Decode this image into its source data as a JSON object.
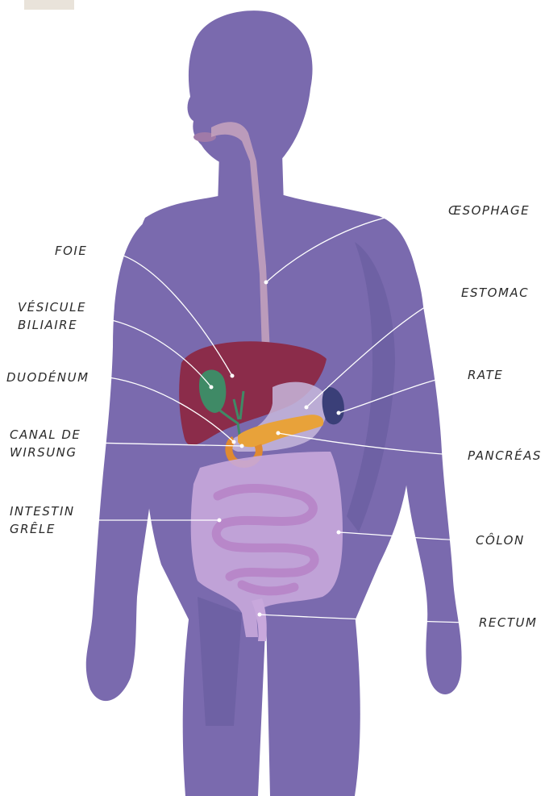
{
  "labels": {
    "foie": "FOIE",
    "vesicule_1": "VÉSICULE",
    "vesicule_2": "BILIAIRE",
    "duodenum": "DUODÉNUM",
    "canal_1": "CANAL DE",
    "canal_2": "WIRSUNG",
    "intestin_1": "INTESTIN",
    "intestin_2": "GRÊLE",
    "oesophage": "ŒSOPHAGE",
    "estomac": "ESTOMAC",
    "rate": "RATE",
    "pancreas": "PANCRÉAS",
    "colon": "CÔLON",
    "rectum": "RECTUM"
  },
  "colors": {
    "body": "#7a6aae",
    "body_shadow": "#5a4f92",
    "liver": "#8b2c4a",
    "gallbladder": "#3f8a66",
    "stomach": "#c7b7dc",
    "pancreas": "#e8a23a",
    "spleen": "#3a3f78",
    "intestine": "#c8a8dc",
    "esophagus": "#c7a3bd",
    "leader": "#ffffff"
  }
}
